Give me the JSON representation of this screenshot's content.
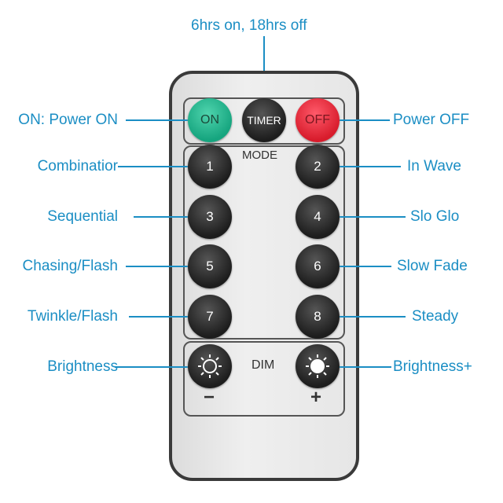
{
  "top_annotation": "6hrs on, 18hrs off",
  "buttons": {
    "on": "ON",
    "timer": "TIMER",
    "off": "OFF",
    "m1": "1",
    "m2": "2",
    "m3": "3",
    "m4": "4",
    "m5": "5",
    "m6": "6",
    "m7": "7",
    "m8": "8"
  },
  "sections": {
    "mode": "MODE",
    "dim": "DIM",
    "minus": "−",
    "plus": "+"
  },
  "left_labels": [
    "ON: Power ON",
    "Combinatior",
    "Sequential",
    "Chasing/Flash",
    "Twinkle/Flash",
    "Brightness"
  ],
  "right_labels": [
    "Power OFF",
    "In Wave",
    "Slo Glo",
    "Slow Fade",
    "Steady",
    "Brightness+"
  ],
  "colors": {
    "label": "#1b8ec4",
    "on": "#16a57f",
    "off": "#d81c2c"
  }
}
